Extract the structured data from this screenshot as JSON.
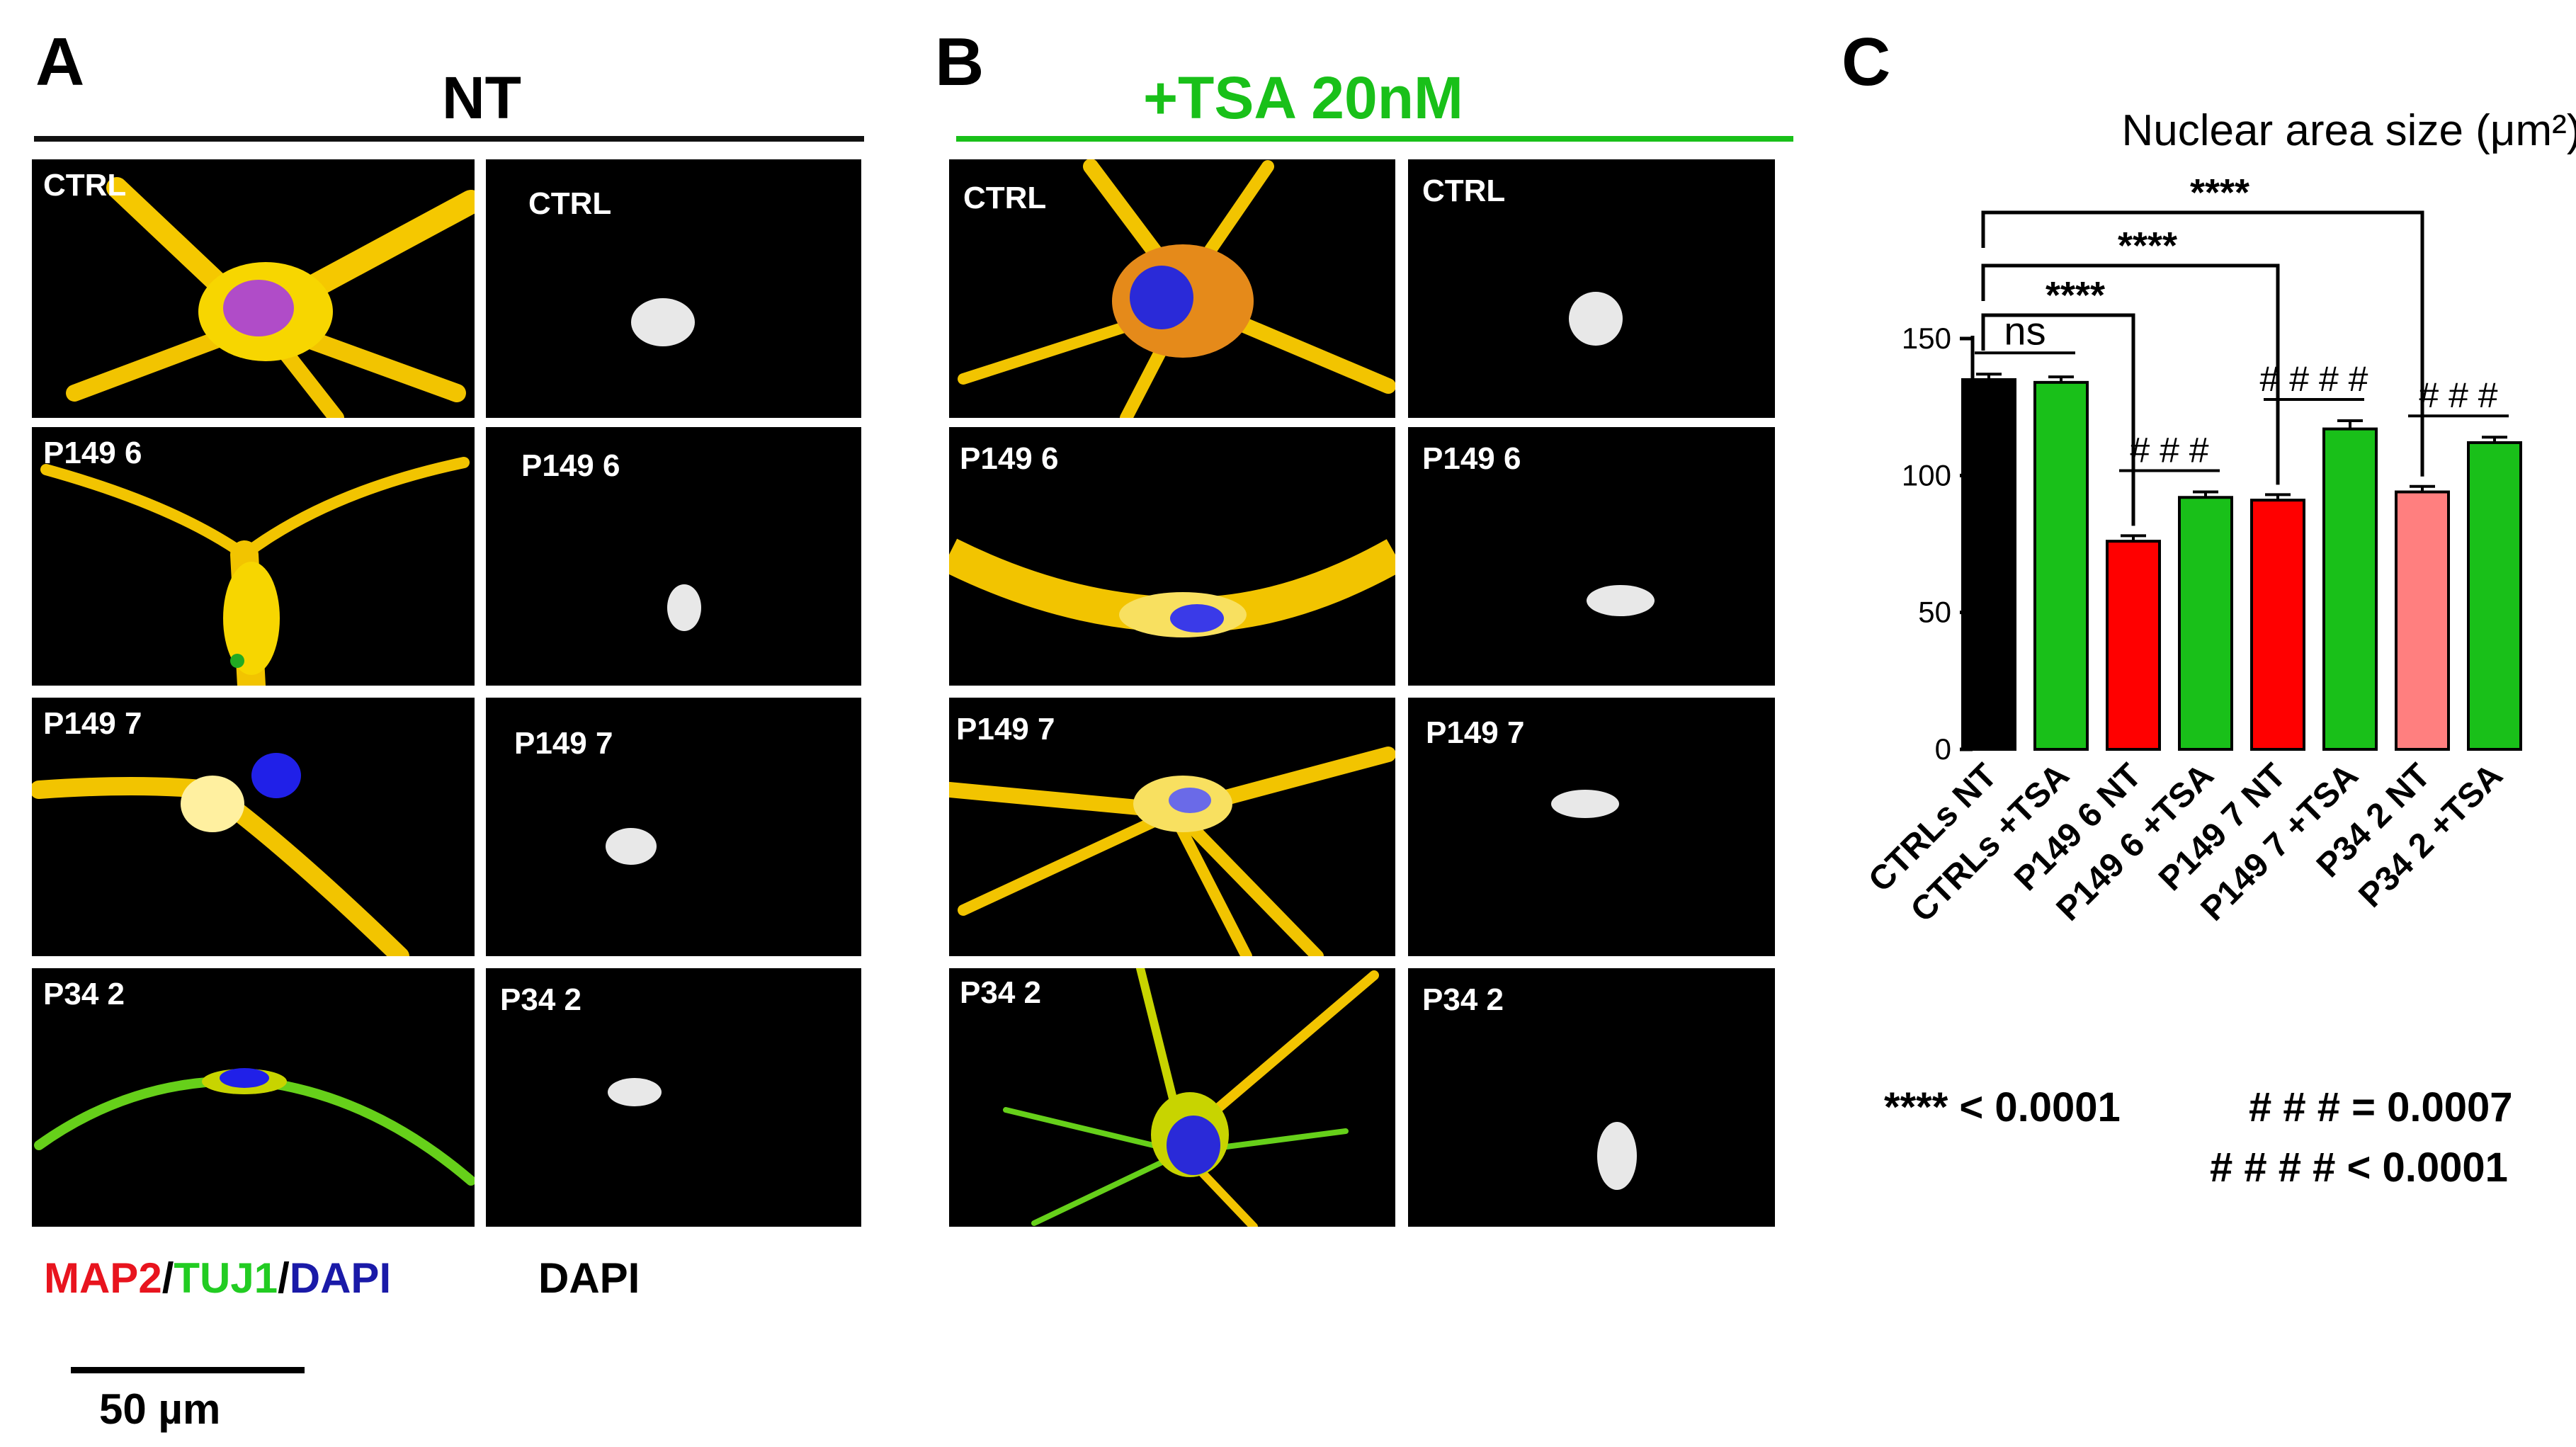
{
  "panels": {
    "A": {
      "letter": "A",
      "title": "NT",
      "rule_color": "#111111"
    },
    "B": {
      "letter": "B",
      "title": "+TSA 20nM",
      "rule_color": "#19c019",
      "title_color": "#19c019"
    },
    "C": {
      "letter": "C"
    }
  },
  "micrographs": {
    "A_merge": [
      "CTRL",
      "P149 6",
      "P149 7",
      "P34 2"
    ],
    "A_dapi": [
      "CTRL",
      "P149 6",
      "P149 7",
      "P34 2"
    ],
    "B_merge": [
      "CTRL",
      "P149 6",
      "P149 7",
      "P34 2"
    ],
    "B_dapi": [
      "CTRL",
      "P149 6",
      "P149 7",
      "P34 2"
    ]
  },
  "stain_legend": {
    "map2": "MAP2",
    "slash1": "/",
    "tuj1": "TUJ1",
    "slash2": "/",
    "dapi": "DAPI",
    "dapi_only": "DAPI",
    "colors": {
      "map2": "#e8141e",
      "tuj1": "#22cc22",
      "dapi": "#1a1aa8"
    }
  },
  "scale_bar": {
    "label": "50 µm"
  },
  "chart_data": {
    "type": "bar",
    "title": "Nuclear area size (μm²)",
    "categories": [
      "CTRLs NT",
      "CTRLs +TSA",
      "P149 6 NT",
      "P149 6 +TSA",
      "P149 7 NT",
      "P149 7 +TSA",
      "P34 2 NT",
      "P34 2 +TSA"
    ],
    "values": [
      135,
      134,
      76,
      92,
      91,
      117,
      94,
      112
    ],
    "errors": [
      2,
      2,
      2,
      2,
      2,
      3,
      2,
      2
    ],
    "colors": [
      "#000000",
      "#19c019",
      "#ff0000",
      "#19c019",
      "#ff0000",
      "#19c019",
      "#ff7f7f",
      "#19c019"
    ],
    "ylim": [
      0,
      150
    ],
    "yticks": [
      0,
      50,
      100,
      150
    ],
    "xlabel": "",
    "ylabel": "",
    "annotations": [
      {
        "label": "ns",
        "from": 0,
        "to": 1,
        "level": 0
      },
      {
        "label": "****",
        "from": 0,
        "to": 2,
        "level": 1
      },
      {
        "label": "****",
        "from": 0,
        "to": 4,
        "level": 2
      },
      {
        "label": "****",
        "from": 0,
        "to": 6,
        "level": 3
      },
      {
        "label": "# # #",
        "from": 2,
        "to": 3,
        "level": 0
      },
      {
        "label": "# # # #",
        "from": 4,
        "to": 5,
        "level": 0
      },
      {
        "label": "# # #",
        "from": 6,
        "to": 7,
        "level": 0
      }
    ],
    "footnotes": {
      "stars": "**** < 0.0001",
      "hash3": "# # # = 0.0007",
      "hash4": "# # # # < 0.0001"
    }
  }
}
